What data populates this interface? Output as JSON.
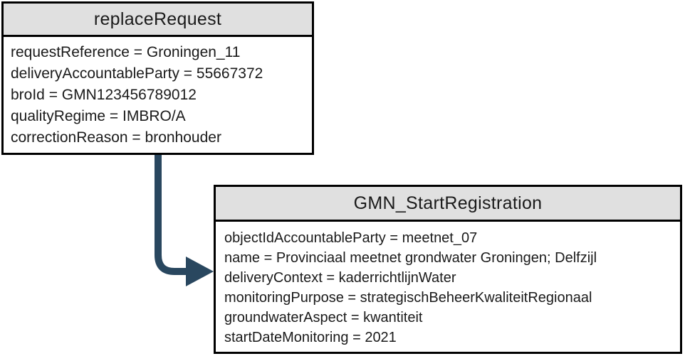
{
  "diagram": {
    "boxes": [
      {
        "title": "replaceRequest",
        "fields": [
          "requestReference = Groningen_11",
          "deliveryAccountableParty = 55667372",
          "broId = GMN123456789012",
          "qualityRegime = IMBRO/A",
          "correctionReason = bronhouder"
        ]
      },
      {
        "title": "GMN_StartRegistration",
        "fields": [
          "objectIdAccountableParty = meetnet_07",
          "name = Provinciaal meetnet grondwater Groningen; Delfzijl",
          "deliveryContext = kaderrichtlijnWater",
          "monitoringPurpose = strategischBeheerKwaliteitRegionaal",
          "groundwaterAspect = kwantiteit",
          "startDateMonitoring = 2021"
        ]
      }
    ],
    "colors": {
      "header_bg": "#e0e0e0",
      "border": "#000000",
      "arrow": "#29475f"
    }
  }
}
